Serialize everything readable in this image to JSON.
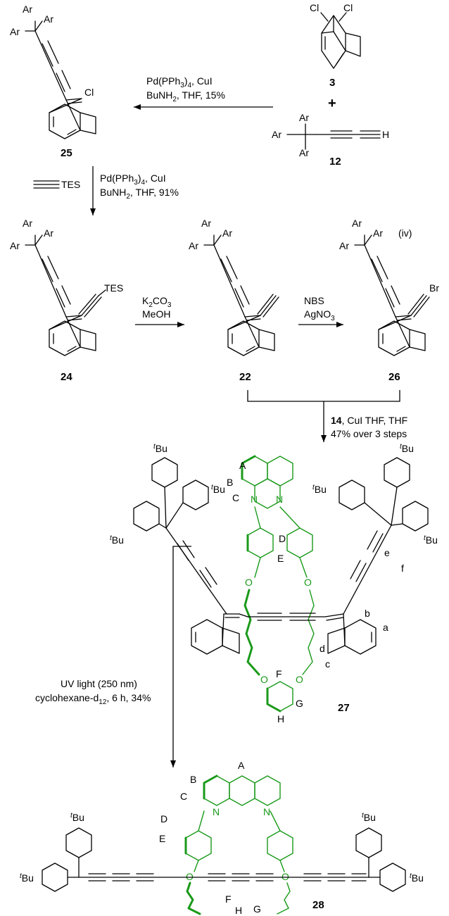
{
  "compounds": {
    "c3": "3",
    "c12": "12",
    "c25": "25",
    "c24": "24",
    "c22": "22",
    "c26": "26",
    "c27": "27",
    "c28": "28"
  },
  "atoms": {
    "Ar": "Ar",
    "Cl": "Cl",
    "H": "H",
    "TES": "TES",
    "Br": "Br",
    "N": "N",
    "O": "O",
    "tBu_sup": "t",
    "tBu": "Bu"
  },
  "markers": {
    "plus": "+",
    "iv": "(iv)"
  },
  "conditions": {
    "step1_l1": "Pd(PPh",
    "step1_l1_sub": "3",
    "step1_l1_end": ")",
    "step1_l1_sub2": "4",
    "step1_l1_tail": ", CuI",
    "step1_l2": "BuNH",
    "step1_l2_sub": "2",
    "step1_l2_tail": ", THF, 15%",
    "step2_reagent": "TES",
    "step2_l1": "Pd(PPh",
    "step2_l1_sub": "3",
    "step2_l1_end": ")",
    "step2_l1_sub2": "4",
    "step2_l1_tail": ", CuI",
    "step2_l2": "BuNH",
    "step2_l2_sub": "2",
    "step2_l2_tail": ", THF, 91%",
    "step3_l1": "K",
    "step3_l1_sub": "2",
    "step3_l1_mid": "CO",
    "step3_l1_sub2": "3",
    "step3_l2": "MeOH",
    "step4_l1": "NBS",
    "step4_l2": "AgNO",
    "step4_l2_sub": "3",
    "step5_l1_bold": "14",
    "step5_l1_tail": ", CuI THF, THF",
    "step5_l2": "47% over 3 steps",
    "step6_l1": "UV light (250 nm)",
    "step6_l2": "cyclohexane-d",
    "step6_l2_sub": "12",
    "step6_l2_tail": ", 6 h, 34%"
  },
  "proton_labels": {
    "A": "A",
    "B": "B",
    "C": "C",
    "D": "D",
    "E": "E",
    "F": "F",
    "G": "G",
    "H": "H",
    "a": "a",
    "b": "b",
    "c": "c",
    "d": "d",
    "e": "e",
    "f": "f"
  },
  "colors": {
    "macrocycle": "#1a9a1a",
    "ink": "#000000"
  }
}
